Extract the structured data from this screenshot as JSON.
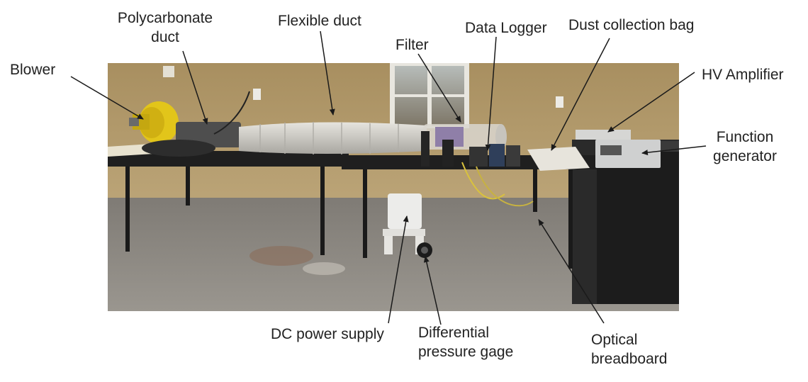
{
  "labels": {
    "blower": "Blower",
    "polycarbonate_duct": "Polycarbonate\nduct",
    "flexible_duct": "Flexible duct",
    "filter": "Filter",
    "data_logger": "Data Logger",
    "dust_collection_bag": "Dust collection bag",
    "hv_amplifier": "HV Amplifier",
    "function_generator": "Function\ngenerator",
    "dc_power_supply": "DC power supply",
    "differential_pressure_gage": "Differential\npressure gage",
    "optical_breadboard": "Optical\nbreadboard"
  },
  "colors": {
    "wall": "#b49c6c",
    "floor": "#8f8b85",
    "table": "#1f1f1f",
    "blower": "#e2c51a",
    "arrow": "#1a1a1a"
  }
}
